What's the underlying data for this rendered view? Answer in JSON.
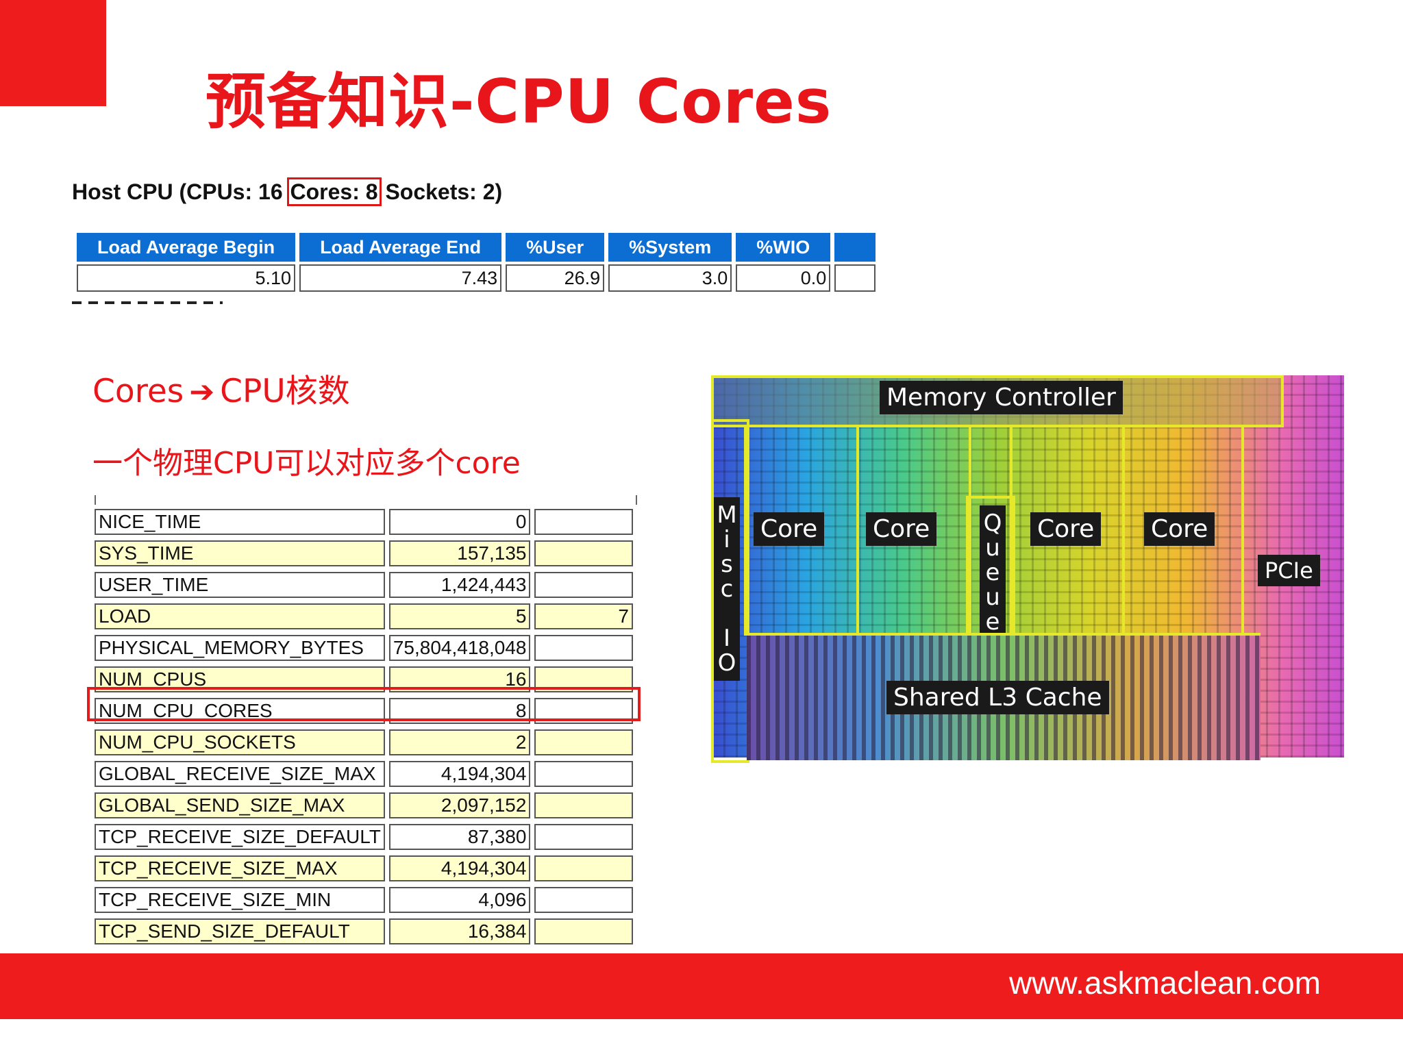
{
  "title": "预备知识-CPU Cores",
  "host_cpu": {
    "prefix": "Host CPU (CPUs: 16 ",
    "highlight": "Cores: 8",
    "suffix": " Sockets: 2)"
  },
  "load_table": {
    "headers": [
      "Load Average Begin",
      "Load Average End",
      "%User",
      "%System",
      "%WIO"
    ],
    "values": [
      "5.10",
      "7.43",
      "26.9",
      "3.0",
      "0.0"
    ]
  },
  "bullets": {
    "line1_left": "Cores",
    "line1_arrow": "➔",
    "line1_right": "CPU核数",
    "line2": "一个物理CPU可以对应多个core"
  },
  "param_table": {
    "rows": [
      {
        "name": "NICE_TIME",
        "value": "0",
        "extra": ""
      },
      {
        "name": "SYS_TIME",
        "value": "157,135",
        "extra": ""
      },
      {
        "name": "USER_TIME",
        "value": "1,424,443",
        "extra": ""
      },
      {
        "name": "LOAD",
        "value": "5",
        "extra": "7"
      },
      {
        "name": "PHYSICAL_MEMORY_BYTES",
        "value": "75,804,418,048",
        "extra": ""
      },
      {
        "name": "NUM_CPUS",
        "value": "16",
        "extra": ""
      },
      {
        "name": "NUM_CPU_CORES",
        "value": "8",
        "extra": ""
      },
      {
        "name": "NUM_CPU_SOCKETS",
        "value": "2",
        "extra": ""
      },
      {
        "name": "GLOBAL_RECEIVE_SIZE_MAX",
        "value": "4,194,304",
        "extra": ""
      },
      {
        "name": "GLOBAL_SEND_SIZE_MAX",
        "value": "2,097,152",
        "extra": ""
      },
      {
        "name": "TCP_RECEIVE_SIZE_DEFAULT",
        "value": "87,380",
        "extra": ""
      },
      {
        "name": "TCP_RECEIVE_SIZE_MAX",
        "value": "4,194,304",
        "extra": ""
      },
      {
        "name": "TCP_RECEIVE_SIZE_MIN",
        "value": "4,096",
        "extra": ""
      },
      {
        "name": "TCP_SEND_SIZE_DEFAULT",
        "value": "16,384",
        "extra": ""
      }
    ]
  },
  "die_diagram": {
    "memory_controller": "Memory Controller",
    "cores": [
      "Core",
      "Core",
      "Core",
      "Core"
    ],
    "misc_io": "Misc IO",
    "queue": "Queue",
    "pcie": "PCIe",
    "shared_l3": "Shared L3 Cache"
  },
  "footer": {
    "site": "www.askmaclean.com"
  },
  "colors": {
    "brand_red": "#ee1c1c",
    "title_red": "#e8151b",
    "table_header_blue": "#0c6dd3",
    "row_yellow": "#ffffcc"
  }
}
